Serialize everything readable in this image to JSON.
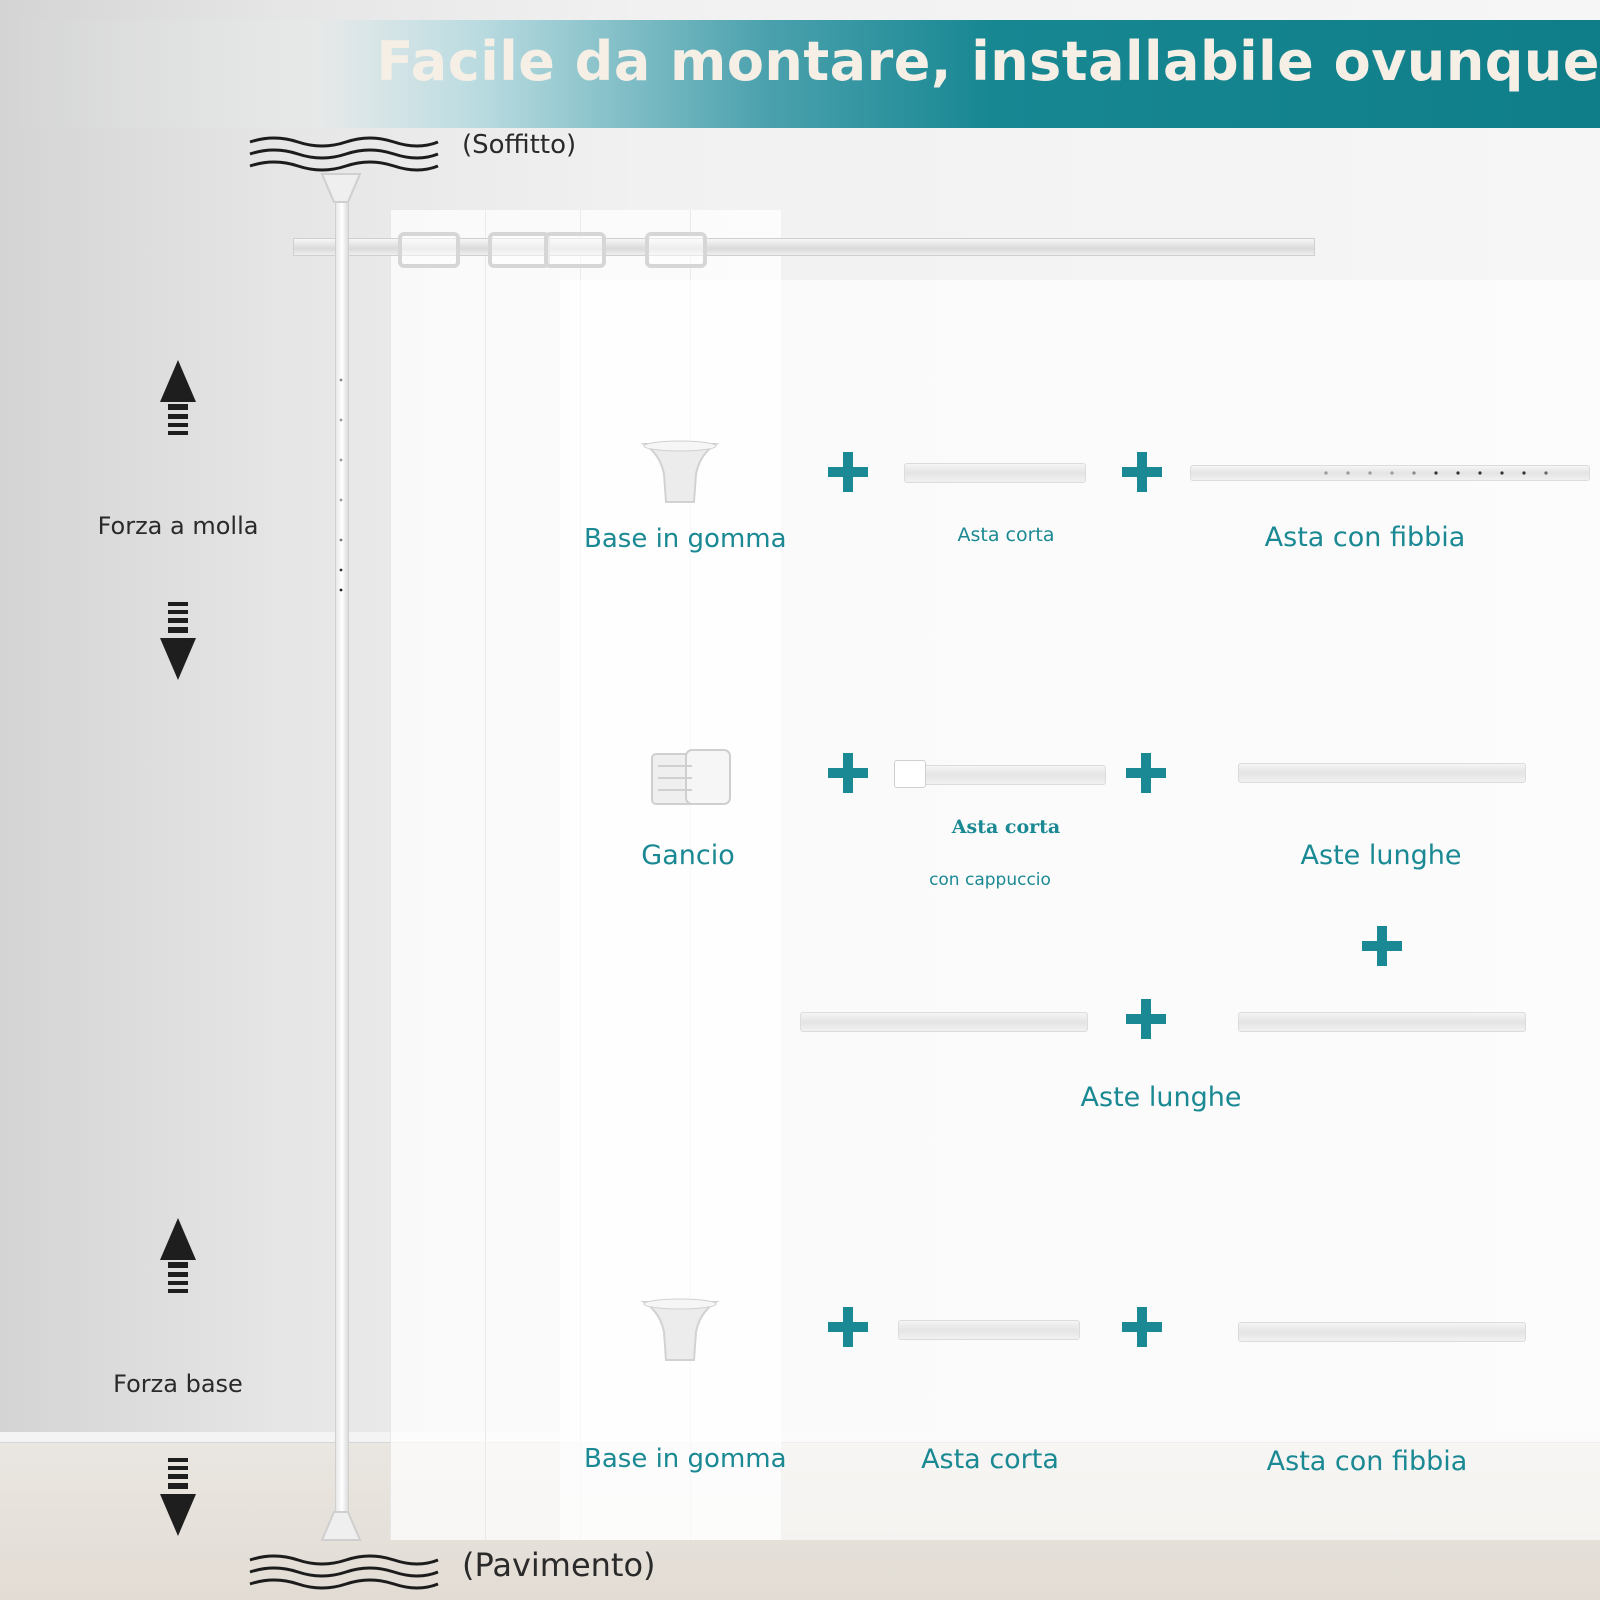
{
  "header": {
    "title": "Facile da montare, installabile ovunque"
  },
  "labels": {
    "ceiling": "(Soffitto)",
    "floor": "(Pavimento)",
    "spring_force": "Forza a molla",
    "base_force": "Forza base"
  },
  "rows": [
    {
      "parts": [
        "Base in gomma",
        "Asta corta",
        "Asta con fibbia"
      ]
    },
    {
      "parts": [
        "Gancio",
        "Asta corta",
        "con cappuccio",
        "Aste lunghe"
      ]
    },
    {
      "parts": [
        "Aste lunghe"
      ]
    },
    {
      "parts": [
        "Base in gomma",
        "Asta corta",
        "Asta con fibbia"
      ]
    }
  ],
  "colors": {
    "accent": "#1a8993",
    "title_text": "#f6efe6",
    "dark_text": "#2a2a2a"
  },
  "icons": [
    "wave-icon",
    "arrow-up-icon",
    "arrow-down-icon",
    "plus-icon",
    "rubber-base-icon",
    "hook-icon"
  ]
}
